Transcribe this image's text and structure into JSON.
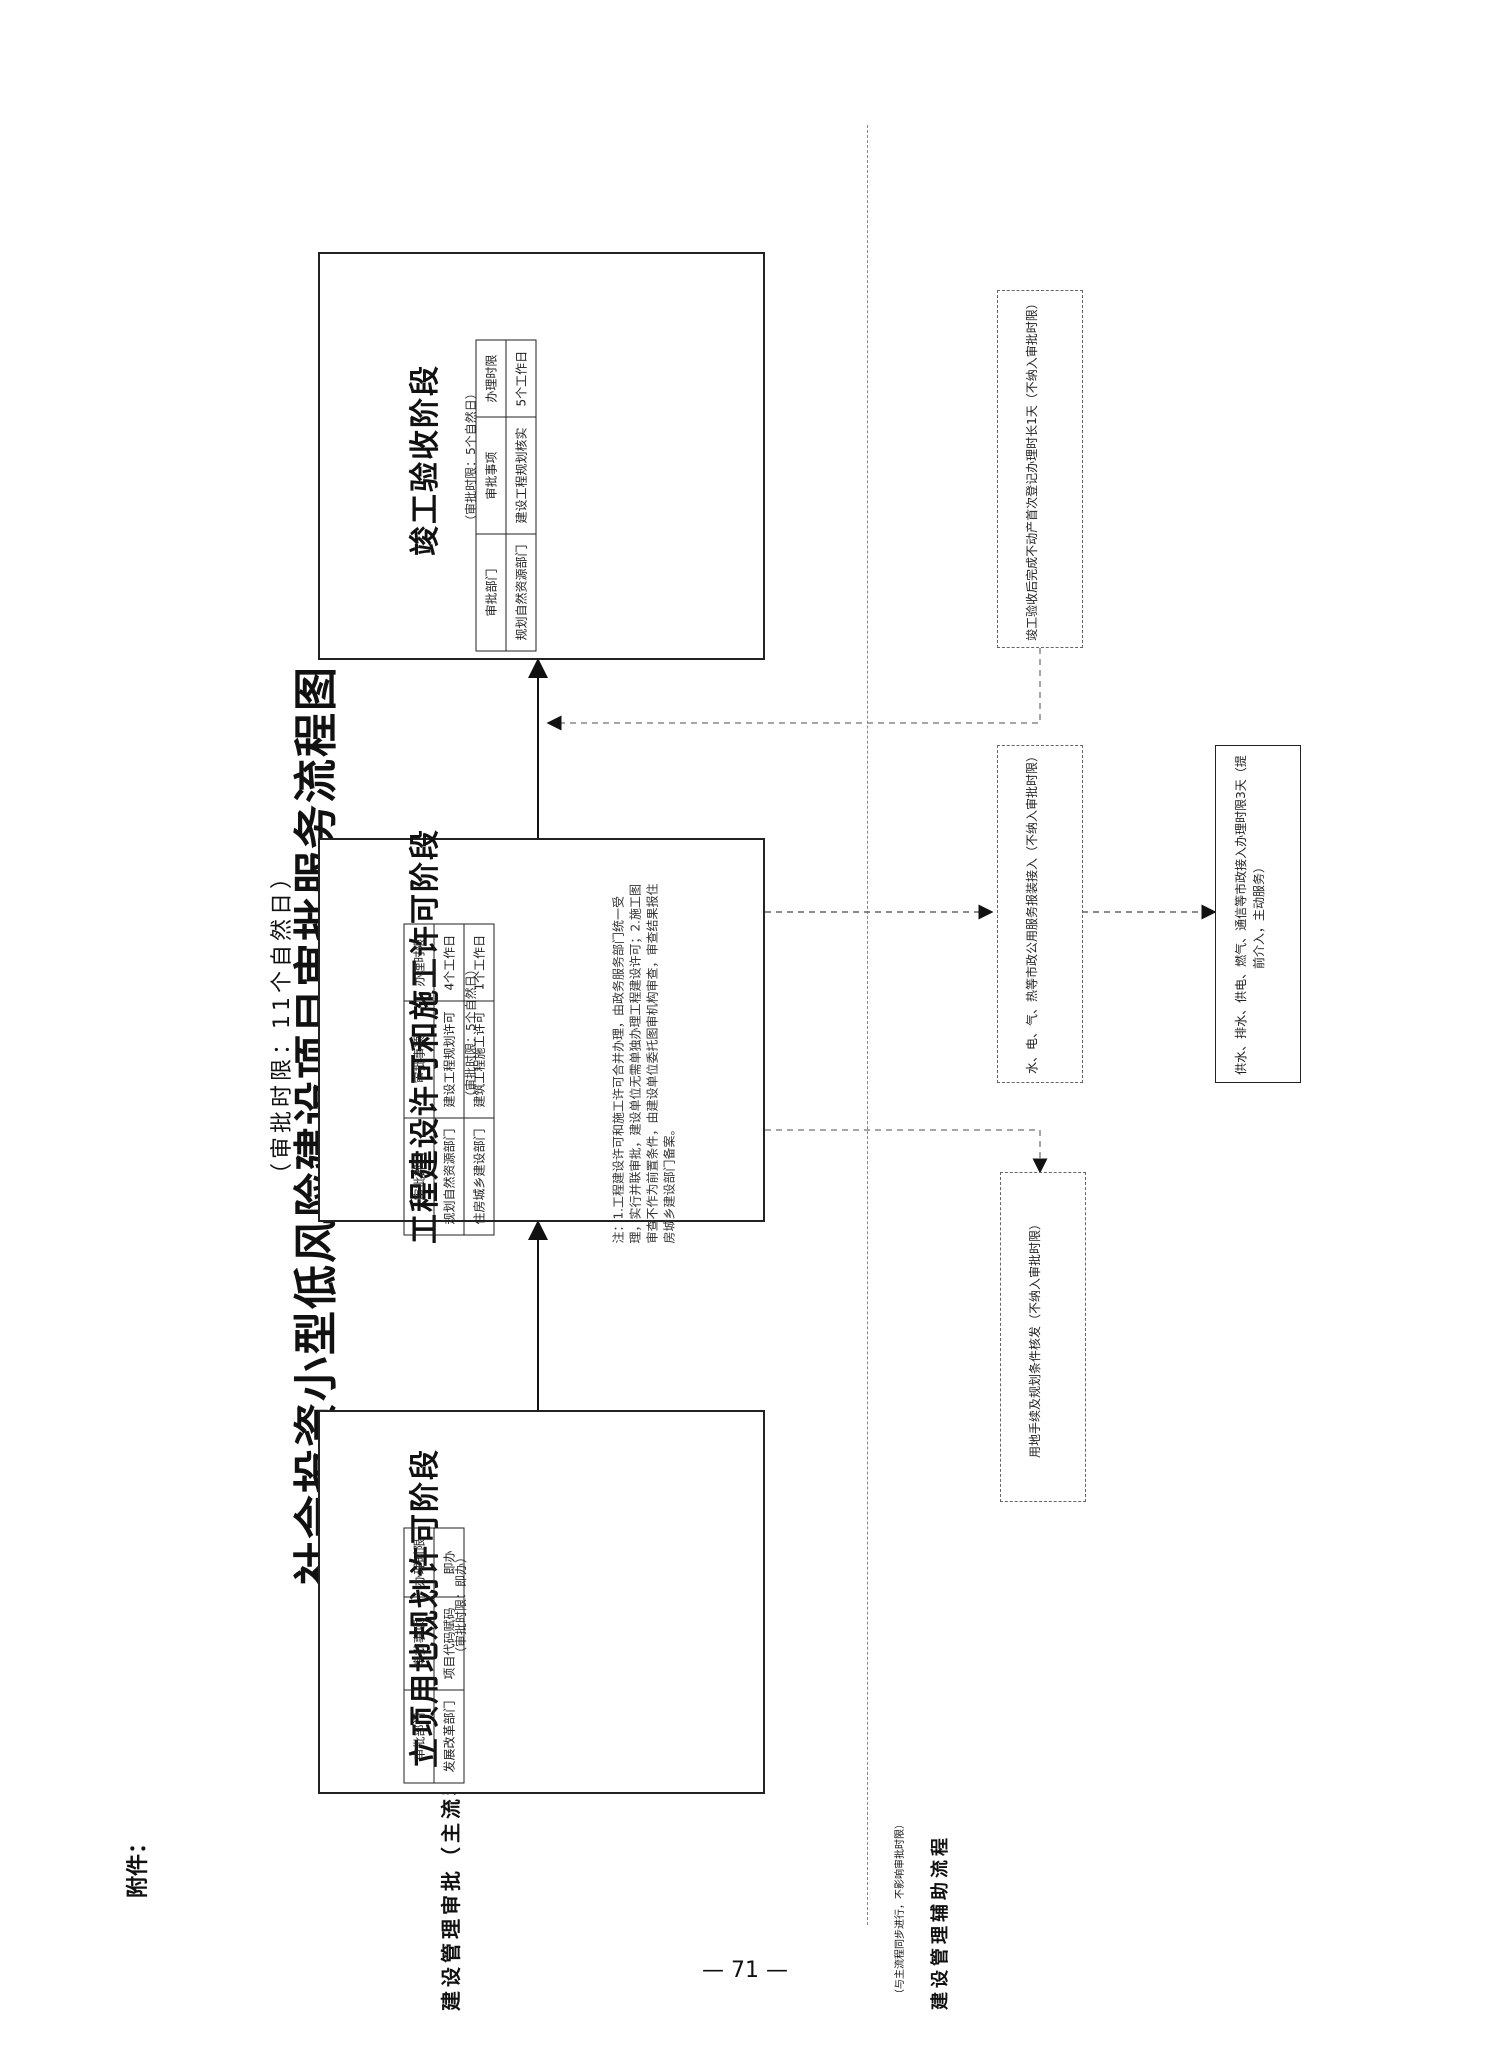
{
  "attachment": "附件：",
  "title": "社会投资小型低风险建设项目审批服务流程图",
  "subtitle": "（审批时限：11个自然日）",
  "main_flow_label": "建设管理审批（主流程）",
  "aux_flow_label": "建设管理辅助流程",
  "aux_flow_note": "（与主流程同步进行，不影响审批时限）",
  "page_number": "— 71 —",
  "stages": [
    {
      "title": "立项用地规划许可阶段",
      "limit": "（审批时限：即办）",
      "headers": [
        "审批部门",
        "审批事项",
        "办理时限"
      ],
      "rows": [
        [
          "发展改革部门",
          "项目代码赋码",
          "即办"
        ]
      ]
    },
    {
      "title": "工程建设许可和施工许可阶段",
      "limit": "（审批时限：5个自然日）",
      "headers": [
        "审批部门",
        "审批事项",
        "办理时限"
      ],
      "rows": [
        [
          "规划自然资源部门",
          "建设工程规划许可",
          "4个工作日"
        ],
        [
          "住房城乡建设部门",
          "建筑工程施工许可",
          "1个工作日"
        ]
      ],
      "note": "注：1.工程建设许可和施工许可合并办理，由政务服务部门统一受理，实行并联审批，建设单位无需单独办理工程建设许可；2.施工图审查不作为前置条件，由建设单位委托图审机构审查，审查结果报住房城乡建设部门备案。"
    },
    {
      "title": "竣工验收阶段",
      "limit": "（审批时限：5个自然日）",
      "headers": [
        "审批部门",
        "审批事项",
        "办理时限"
      ],
      "rows": [
        [
          "规划自然资源部门",
          "建设工程规划核实",
          "5个工作日"
        ]
      ]
    }
  ],
  "aux_boxes": [
    {
      "text": "竣工验收后完成不动产首次登记办理时长1天（不纳入审批时限）"
    },
    {
      "text": "水、电、气、热等市政公用服务报装接入（不纳入审批时限）"
    },
    {
      "text": "供水、排水、供电、燃气、通信等市政接入办理时限3天（提前介入，主动服务）"
    },
    {
      "text": "用地手续及规划条件核发（不纳入审批时限）"
    }
  ]
}
